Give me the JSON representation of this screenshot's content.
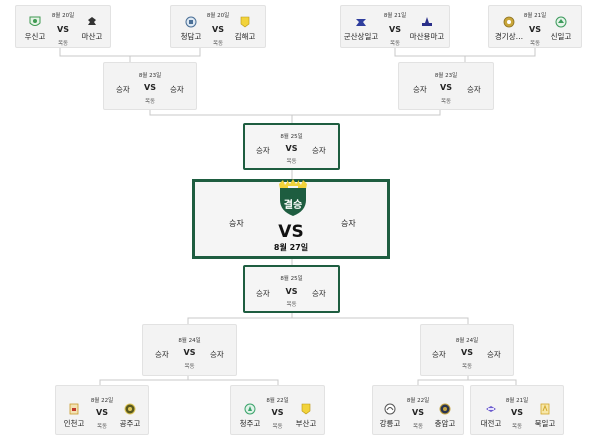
{
  "bracket": {
    "vs": "VS",
    "winner": "승자",
    "venue": "목동",
    "top_r1": [
      {
        "date": "8월 20일",
        "left": "우신고",
        "right": "마산고",
        "left_icon": "school-emblem-icon",
        "right_icon": "school-emblem-icon"
      },
      {
        "date": "8월 20일",
        "left": "청담고",
        "right": "김해고",
        "left_icon": "school-emblem-icon",
        "right_icon": "school-emblem-icon"
      },
      {
        "date": "8월 21일",
        "left": "군산상일고",
        "right": "마산용마고",
        "left_icon": "school-emblem-icon",
        "right_icon": "school-emblem-icon"
      },
      {
        "date": "8월 21일",
        "left": "경기상…",
        "right": "신일고",
        "left_icon": "school-emblem-icon",
        "right_icon": "school-emblem-icon"
      }
    ],
    "top_r2": [
      {
        "date": "8월 23일"
      },
      {
        "date": "8월 23일"
      }
    ],
    "top_semi": {
      "date": "8월 25일"
    },
    "final": {
      "title": "결승",
      "date": "8월 27일"
    },
    "bottom_semi": {
      "date": "8월 25일"
    },
    "bottom_r2": [
      {
        "date": "8월 24일"
      },
      {
        "date": "8월 24일"
      }
    ],
    "bottom_r1": [
      {
        "date": "8월 22일",
        "left": "인천고",
        "right": "공주고",
        "left_icon": "school-emblem-icon",
        "right_icon": "school-emblem-icon"
      },
      {
        "date": "8월 22일",
        "left": "청주고",
        "right": "부산고",
        "left_icon": "school-emblem-icon",
        "right_icon": "school-emblem-icon"
      },
      {
        "date": "8월 22일",
        "left": "강릉고",
        "right": "충암고",
        "left_icon": "school-emblem-icon",
        "right_icon": "school-emblem-icon"
      },
      {
        "date": "8월 21일",
        "left": "대전고",
        "right": "북일고",
        "left_icon": "school-emblem-icon",
        "right_icon": "school-emblem-icon"
      }
    ]
  },
  "colors": {
    "accent": "#1e5d40",
    "trophy": "#f2d33b",
    "line": "#c8c8c8",
    "card_bg": "#f3f3f3"
  }
}
